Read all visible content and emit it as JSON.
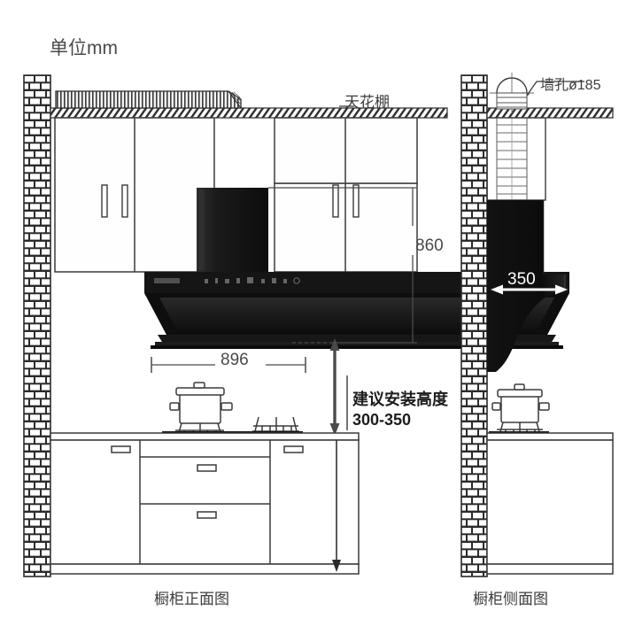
{
  "diagram": {
    "unit_label": "单位mm",
    "ceiling_label": "天花棚",
    "wall_hole_label": "墙孔ø185",
    "dimensions": {
      "hood_height_860": "860",
      "hood_width_896": "896",
      "hood_depth_350": "350"
    },
    "install_note_line1": "建议安装高度",
    "install_note_line2": "300-350",
    "caption_front": "橱柜正面图",
    "caption_side": "橱柜侧面图"
  },
  "colors": {
    "hood_body": "#141414",
    "hood_panel": "#1c1c1c",
    "line": "#3a3a3a",
    "brick_fill": "#ffffff",
    "brick_mortar": "#2b2b2b",
    "text": "#3a3a3a",
    "white_text": "#ffffff"
  },
  "icons": {
    "wall_hole": "circle-icon",
    "arrow_vertical": "double-arrow-icon",
    "arrow_horizontal": "double-arrow-icon",
    "pot": "cooking-pot-icon",
    "burner": "gas-burner-icon"
  }
}
